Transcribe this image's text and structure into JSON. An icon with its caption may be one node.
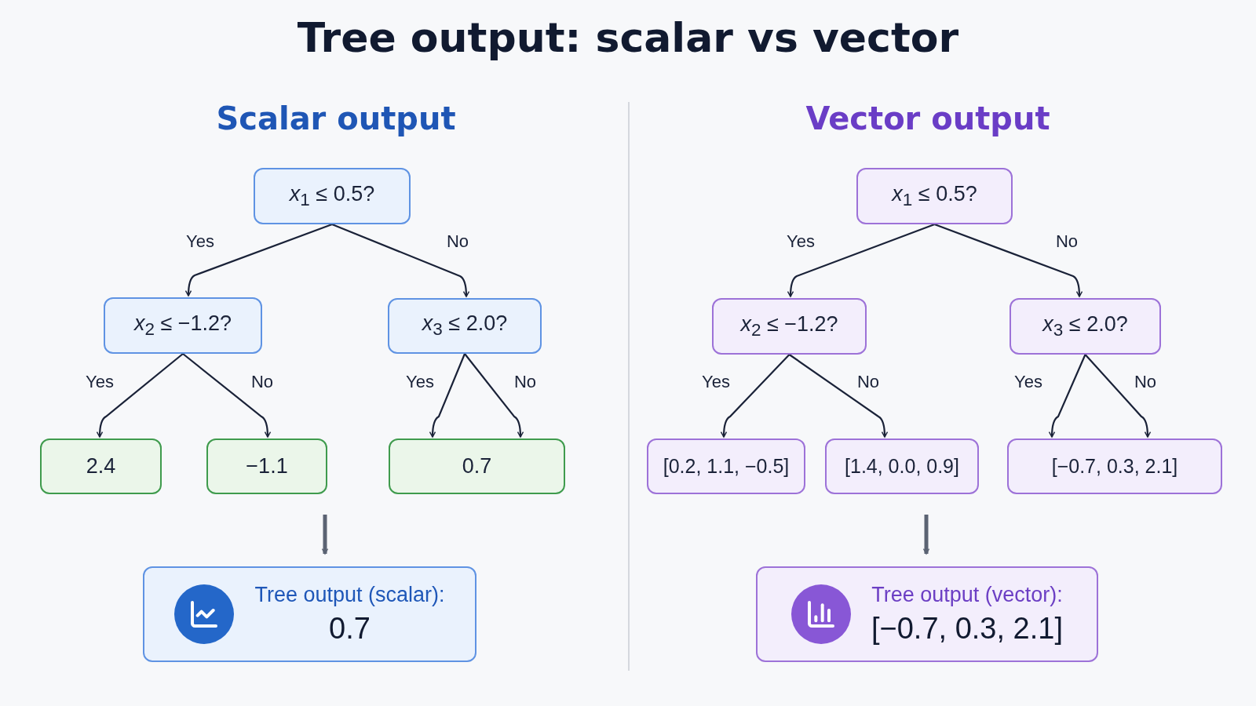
{
  "diagram": {
    "title": "Tree output: scalar vs vector",
    "nodes": [
      {
        "text": [
          "*x*$_{1}$ ≤ 0.5?"
        ]
      },
      {
        "text": [
          "*x*$_{2}$ ≤ −1.2?"
        ]
      },
      {
        "text": [
          "*x*$_{3}$ ≤ 2.0?"
        ]
      },
      {
        "text": [
          "2.4"
        ]
      },
      {
        "text": [
          "−1.1"
        ]
      },
      {
        "text": [
          "0.7"
        ]
      },
      {
        "text": [
          "Tree output (scalar):",
          "0.7"
        ]
      },
      {
        "text": [
          "*x*$_{1}$ ≤ 0.5?"
        ]
      },
      {
        "text": [
          "*x*$_{2}$ ≤ −1.2?"
        ]
      },
      {
        "text": [
          "*x*$_{3}$ ≤ 2.0?"
        ]
      },
      {
        "text": [
          "[0.2, 1.1, −0.5]"
        ]
      },
      {
        "text": [
          "[1.4, 0.0, 0.9]"
        ]
      },
      {
        "text": [
          "[−0.7, 0.3, 2.1]"
        ]
      },
      {
        "text": [
          "Tree output (vector):",
          "[−0.7, 0.3, 2.1]"
        ]
      }
    ],
    "edges": [
      {
        "from": 0,
        "to": 1,
        "arrow": "to",
        "label": "Yes"
      },
      {
        "from": 0,
        "to": 2,
        "arrow": "to",
        "label": "No"
      },
      {
        "from": 1,
        "to": 3,
        "arrow": "to",
        "label": "Yes"
      },
      {
        "from": 1,
        "to": 4,
        "arrow": "to",
        "label": "No"
      },
      {
        "from": 2,
        "to": 5,
        "arrow": "to",
        "label": "Yes"
      },
      {
        "from": 2,
        "to": 5,
        "arrow": "to",
        "label": "No"
      },
      {
        "from": 7,
        "to": 8,
        "arrow": "to",
        "label": "Yes"
      },
      {
        "from": 7,
        "to": 9,
        "arrow": "to",
        "label": "No"
      },
      {
        "from": 8,
        "to": 10,
        "arrow": "to",
        "label": "Yes"
      },
      {
        "from": 8,
        "to": 11,
        "arrow": "to",
        "label": "No"
      },
      {
        "from": 9,
        "to": 12,
        "arrow": "to",
        "label": "Yes"
      },
      {
        "from": 9,
        "to": 12,
        "arrow": "to",
        "label": "No"
      },
      {
        "from": null,
        "to": 6,
        "arrow": "to",
        "color": "#5b6373",
        "style": "thick"
      },
      {
        "from": null,
        "to": 13,
        "arrow": "to",
        "color": "#5b6373",
        "style": "thick"
      }
    ],
    "labels": [
      "Scalar output",
      "Vector output"
    ]
  }
}
